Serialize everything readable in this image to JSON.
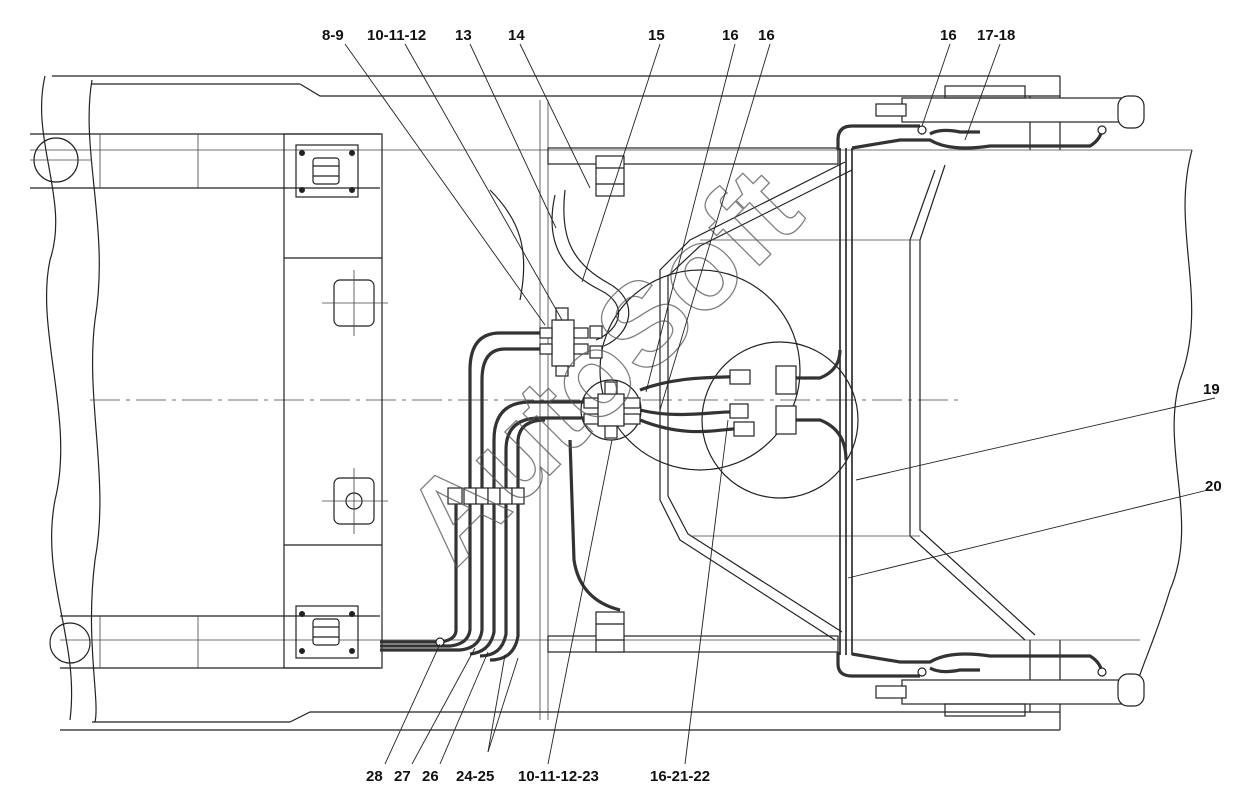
{
  "watermark": "AutoSoft",
  "callouts_top": {
    "c1": "8-9",
    "c2": "10-11-12",
    "c3": "13",
    "c4": "14",
    "c5": "15",
    "c6": "16",
    "c7": "16",
    "c8": "16",
    "c9": "17-18"
  },
  "callouts_right": {
    "c1": "19",
    "c2": "20"
  },
  "callouts_bottom": {
    "c1": "28",
    "c2": "27",
    "c3": "26",
    "c4": "24-25",
    "c5": "10-11-12-23",
    "c6": "16-21-22"
  }
}
